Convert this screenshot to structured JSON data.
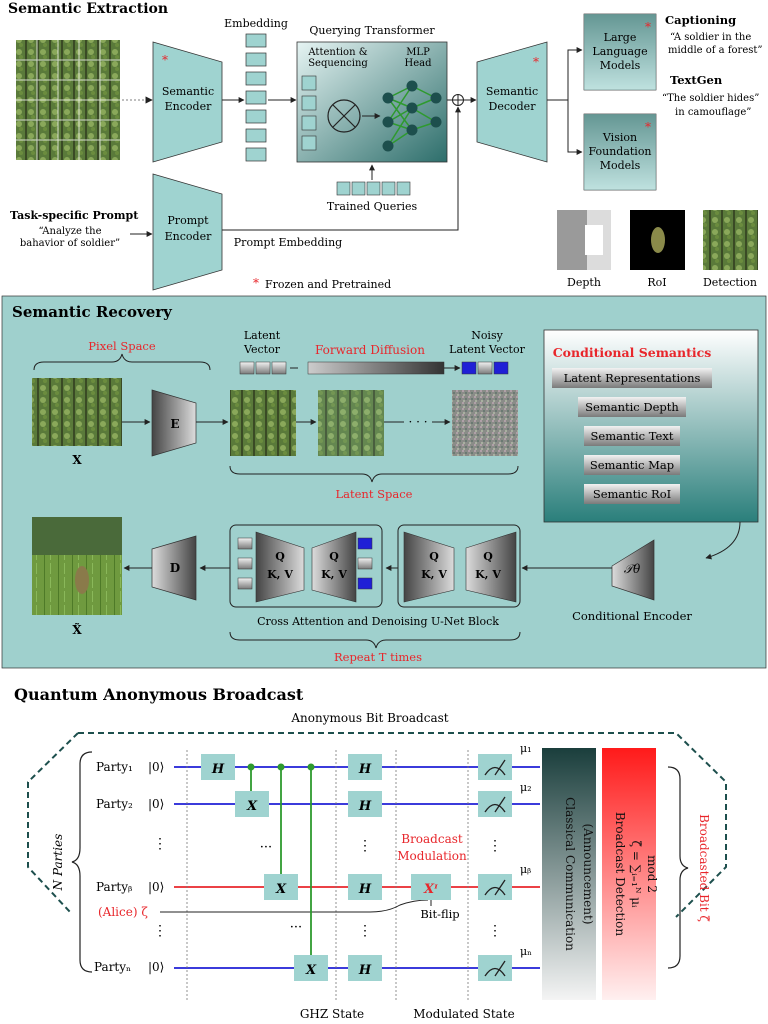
{
  "semantic_extraction": {
    "title": "Semantic Extraction",
    "embedding_label": "Embedding",
    "querying_transformer_label": "Querying Transformer",
    "attention_label_1": "Attention &",
    "attention_label_2": "Sequencing",
    "mlp_label_1": "MLP",
    "mlp_label_2": "Head",
    "trained_queries_label": "Trained Queries",
    "semantic_encoder_1": "Semantic",
    "semantic_encoder_2": "Encoder",
    "semantic_decoder_1": "Semantic",
    "semantic_decoder_2": "Decoder",
    "prompt_encoder_1": "Prompt",
    "prompt_encoder_2": "Encoder",
    "prompt_embedding_label": "Prompt Embedding",
    "task_prompt_title": "Task-specific Prompt",
    "task_prompt_line1": "“Analyze the",
    "task_prompt_line2": "bahavior of soldier”",
    "llm_1": "Large",
    "llm_2": "Language",
    "llm_3": "Models",
    "vfm_1": "Vision",
    "vfm_2": "Foundation",
    "vfm_3": "Models",
    "captioning_title": "Captioning",
    "captioning_line1": "“A soldier in the",
    "captioning_line2": "middle of a forest”",
    "textgen_title": "TextGen",
    "textgen_line1": "“The soldier hides”",
    "textgen_line2": "in camouflage”",
    "frozen_star": "*",
    "frozen_label": "Frozen and Pretrained",
    "depth_label": "Depth",
    "roi_label": "RoI",
    "detection_label": "Detection"
  },
  "semantic_recovery": {
    "title": "Semantic Recovery",
    "pixel_space": "Pixel Space",
    "latent_vector_1": "Latent",
    "latent_vector_2": "Vector",
    "forward_diffusion": "Forward Diffusion",
    "noisy_latent_1": "Noisy",
    "noisy_latent_2": "Latent  Vector",
    "x_label": "X",
    "x_hat_label": "X̃",
    "encoder_E": "E",
    "decoder_D": "D",
    "latent_space": "Latent Space",
    "dots": "· · ·",
    "conditional_semantics_title": "Conditional Semantics",
    "cond_items": [
      "Latent Representations",
      "Semantic Depth",
      "Semantic Text",
      "Semantic Map",
      "Semantic RoI"
    ],
    "tau_label": "𝒯θ",
    "conditional_encoder": "Conditional Encoder",
    "q_label": "Q",
    "kv_label": "K, V",
    "cross_attention_label": "Cross Attention and Denoising U-Net Block",
    "repeat_label": "Repeat T times"
  },
  "quantum": {
    "title": "Quantum Anonymous Broadcast",
    "anonymous_bit_broadcast": "Anonymous Bit Broadcast",
    "n_parties": "N Parties",
    "party_1": "Party₁",
    "party_2": "Party₂",
    "party_b": "Partyᵦ",
    "party_n": "Partyₙ",
    "ket0": "|0⟩",
    "alice": "(Alice) ζ",
    "gate_H": "H",
    "gate_X": "X",
    "gate_Xz": "Xᶦ",
    "broadcast_modulation_1": "Broadcast",
    "broadcast_modulation_2": "Modulation",
    "bitflip": "Bit-flip",
    "mu_1": "μ₁",
    "mu_2": "μ₂",
    "mu_b": "μᵦ",
    "mu_n": "μₙ",
    "classical_comm_1": "Classical Communication",
    "classical_comm_2": "(Announcement)",
    "broadcast_detection_1": "Broadcast Detection",
    "broadcast_detection_2": "ζ̂ = ∑ᵢ₌₁ᴺ μᵢ",
    "broadcast_detection_3": "mod 2",
    "broadcasted_bit": "Broadcasted Bit ζ̂",
    "ghz_state": "GHZ State",
    "modulated_state": "Modulated State",
    "vdots": "⋮",
    "hdots": "···"
  },
  "colors": {
    "teal_box": "#9fd3d0",
    "teal_panel": "#9fd0cd",
    "red_accent": "#e8262b",
    "blue_wire": "#1f1fd6",
    "red_wire": "#e8262b",
    "green_control": "#2e9a2e",
    "dark_teal": "#1d4f4d"
  }
}
